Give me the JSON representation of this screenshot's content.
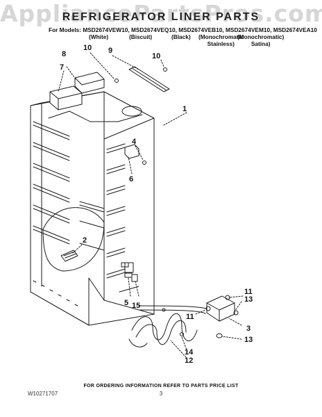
{
  "watermark": "AppliancePartsPros.com",
  "title": "REFRIGERATOR LINER PARTS",
  "models_line": "For Models: MSD2674VEW10, MSD2674VEQ10, MSD2674VEB10, MSD2674VEM10, MSD2674VEA10",
  "variants": [
    {
      "lines": [
        "(White)"
      ]
    },
    {
      "lines": [
        "(Biscuit)"
      ]
    },
    {
      "lines": [
        "(Black)"
      ]
    },
    {
      "lines": [
        "(Monochromatic",
        "Stainless)"
      ]
    },
    {
      "lines": [
        "(Monochromatic)",
        "Satina)"
      ]
    }
  ],
  "callouts": [
    {
      "id": "c1",
      "text": "1"
    },
    {
      "id": "c2",
      "text": "2"
    },
    {
      "id": "c3",
      "text": "3"
    },
    {
      "id": "c4",
      "text": "4"
    },
    {
      "id": "c5",
      "text": "5"
    },
    {
      "id": "c6",
      "text": "6"
    },
    {
      "id": "c7",
      "text": "7"
    },
    {
      "id": "c8",
      "text": "8"
    },
    {
      "id": "c9",
      "text": "9"
    },
    {
      "id": "c10a",
      "text": "10"
    },
    {
      "id": "c10b",
      "text": "10"
    },
    {
      "id": "c11a",
      "text": "11"
    },
    {
      "id": "c11b",
      "text": "11"
    },
    {
      "id": "c12",
      "text": "12"
    },
    {
      "id": "c13a",
      "text": "13"
    },
    {
      "id": "c13b",
      "text": "13"
    },
    {
      "id": "c14",
      "text": "14"
    },
    {
      "id": "c15",
      "text": "15"
    }
  ],
  "footer": "FOR ORDERING INFORMATION REFER TO PARTS PRICE LIST",
  "doc_code": "W10271707",
  "page_number": "3",
  "colors": {
    "line": "#1a1a1a",
    "watermark": "#d6d6d6",
    "background": "#ffffff"
  }
}
